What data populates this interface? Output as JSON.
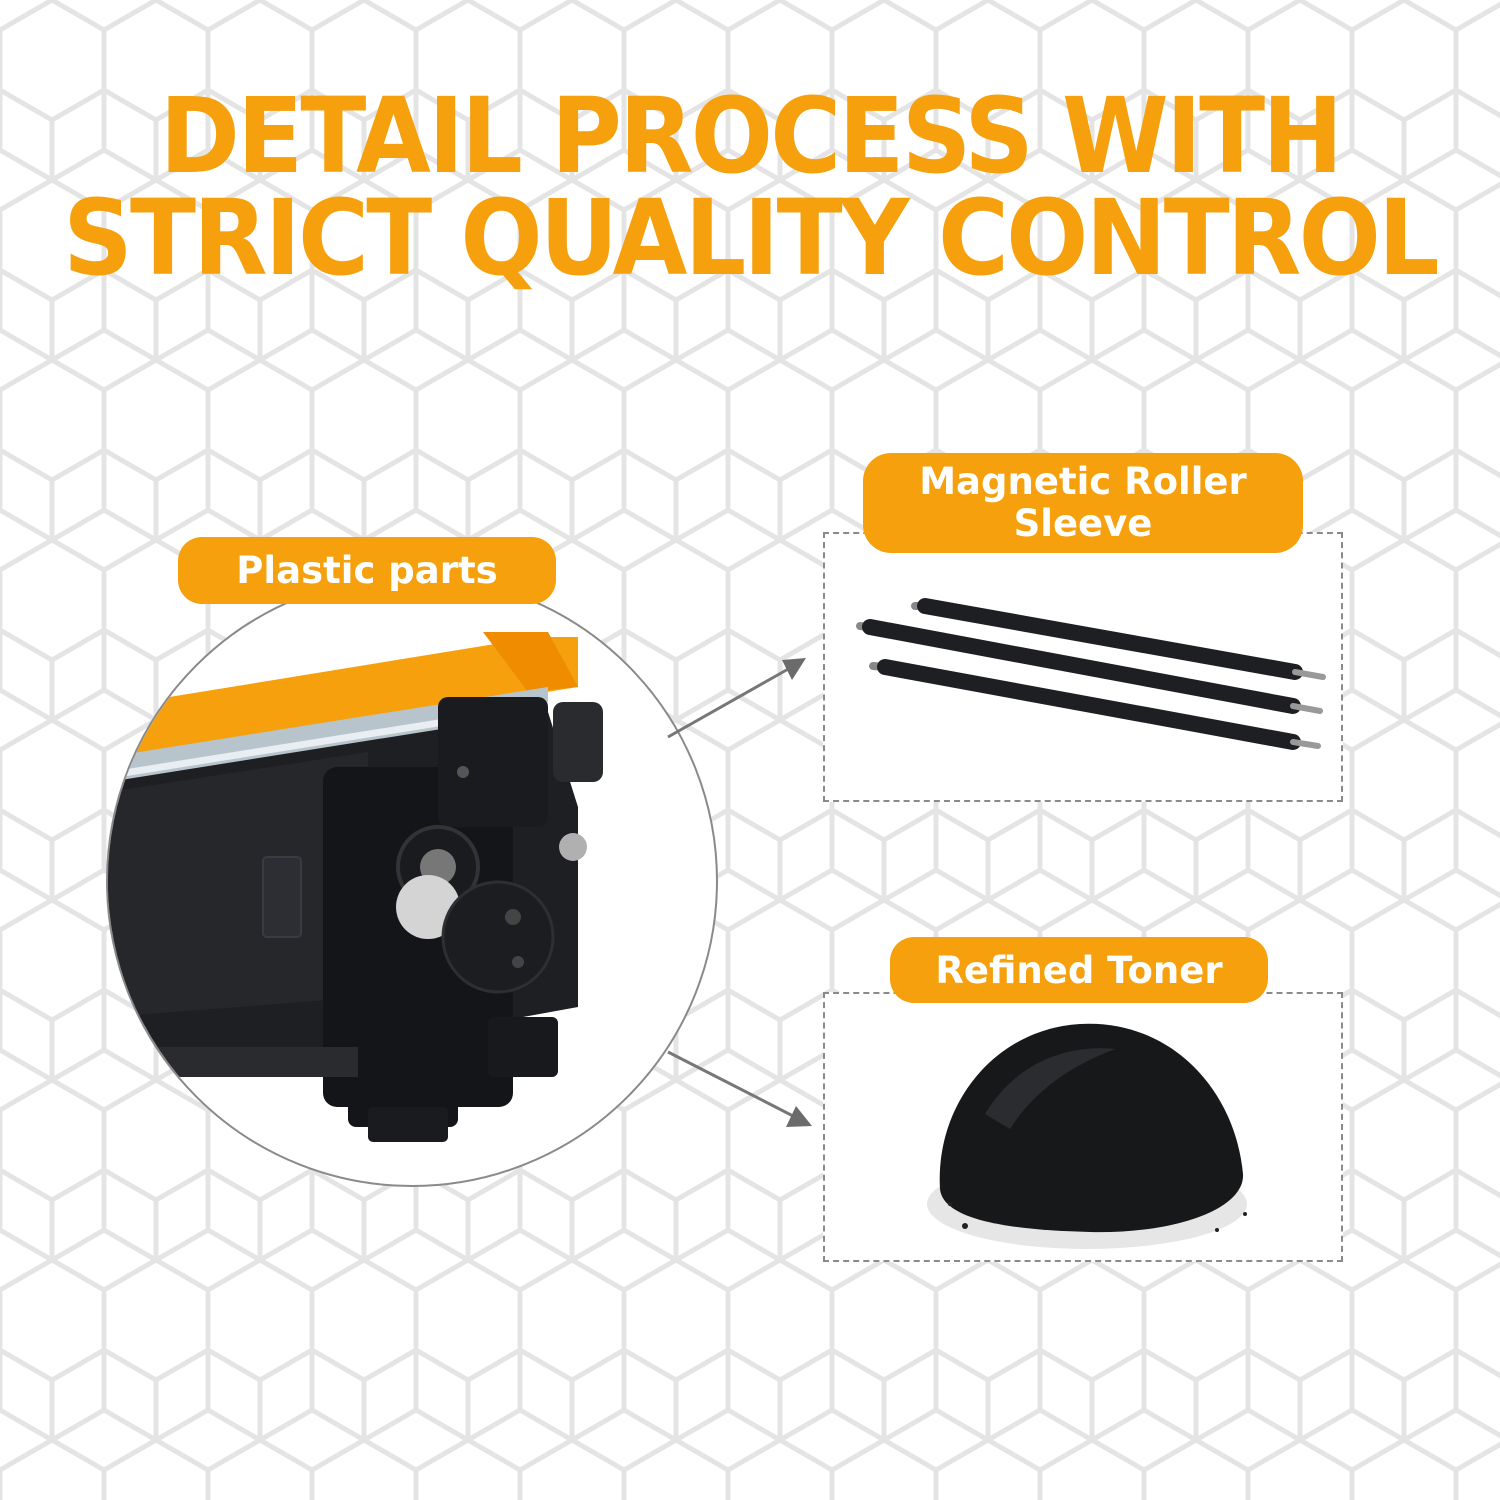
{
  "headline": {
    "line1": "DETAIL PROCESS WITH",
    "line2": "STRICT QUALITY CONTROL"
  },
  "labels": {
    "plastic": "Plastic parts",
    "roller_line1": "Magnetic Roller",
    "roller_line2": "Sleeve",
    "toner": "Refined Toner"
  },
  "colors": {
    "accent": "#f5a00c",
    "pattern": "#e6e6e6",
    "border": "#8a8a8a",
    "part_dark": "#1e1f22"
  }
}
